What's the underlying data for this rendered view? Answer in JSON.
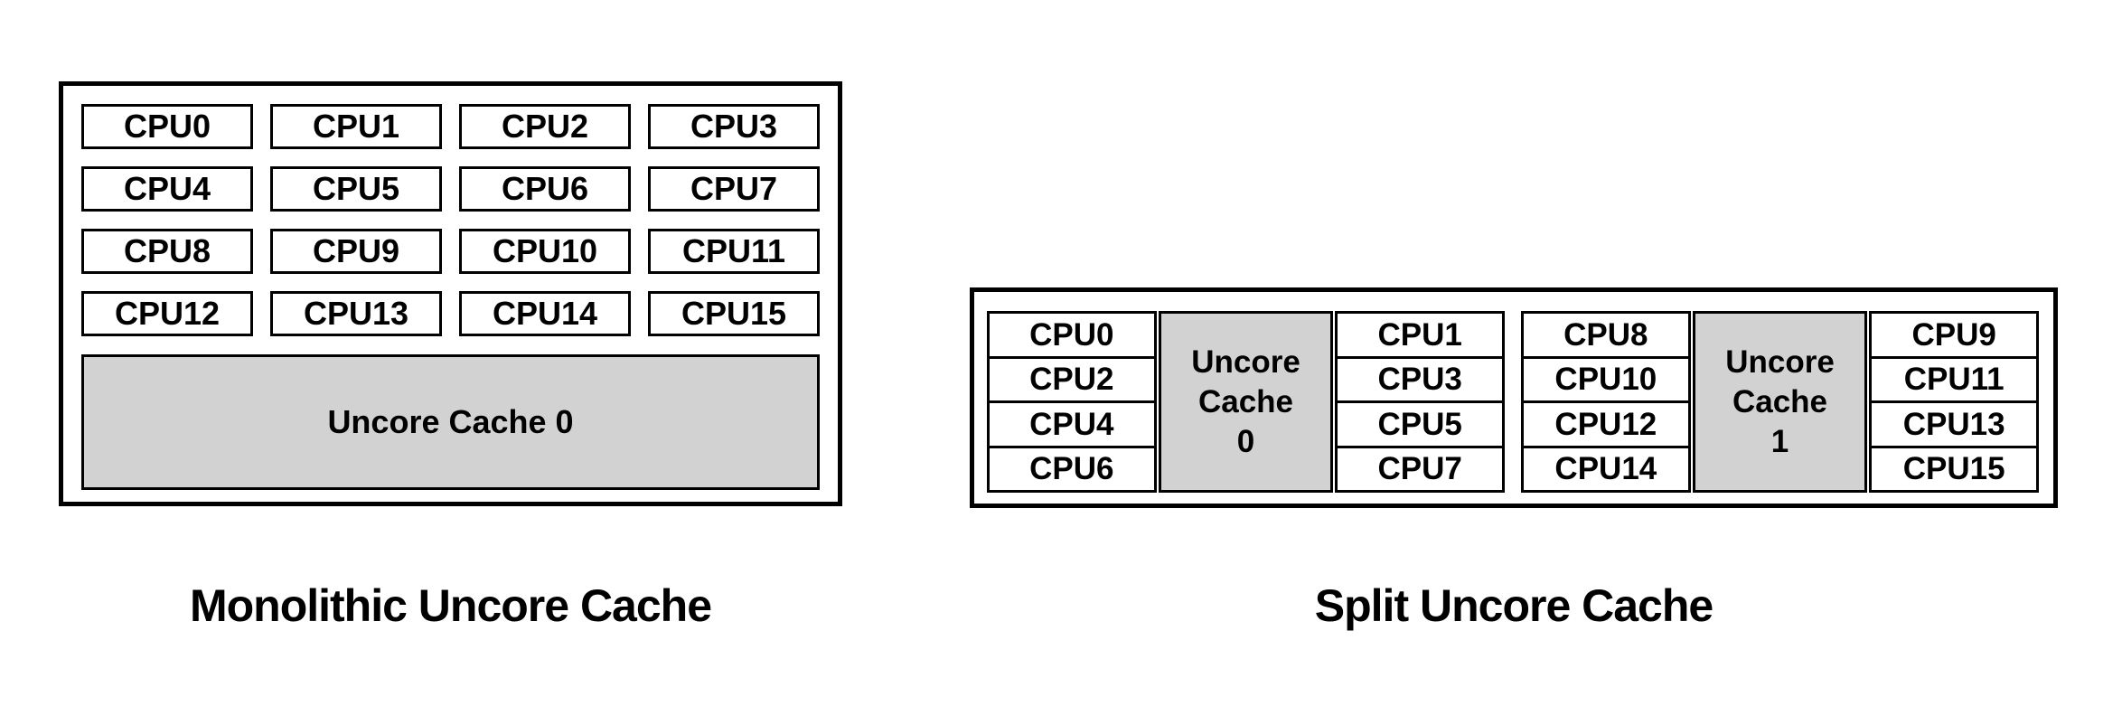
{
  "colors": {
    "background": "#ffffff",
    "border": "#000000",
    "cache_fill": "#d2d2d2",
    "text": "#000000"
  },
  "monolithic": {
    "caption": "Monolithic Uncore Cache",
    "cpus": [
      "CPU0",
      "CPU1",
      "CPU2",
      "CPU3",
      "CPU4",
      "CPU5",
      "CPU6",
      "CPU7",
      "CPU8",
      "CPU9",
      "CPU10",
      "CPU11",
      "CPU12",
      "CPU13",
      "CPU14",
      "CPU15"
    ],
    "cache_label": "Uncore Cache 0"
  },
  "split": {
    "caption": "Split Uncore Cache",
    "clusters": [
      {
        "left_cpus": [
          "CPU0",
          "CPU2",
          "CPU4",
          "CPU6"
        ],
        "cache_label": "Uncore Cache 0",
        "cache_lines": [
          "Uncore",
          "Cache",
          "0"
        ],
        "right_cpus": [
          "CPU1",
          "CPU3",
          "CPU5",
          "CPU7"
        ]
      },
      {
        "left_cpus": [
          "CPU8",
          "CPU10",
          "CPU12",
          "CPU14"
        ],
        "cache_label": "Uncore Cache 1",
        "cache_lines": [
          "Uncore",
          "Cache",
          "1"
        ],
        "right_cpus": [
          "CPU9",
          "CPU11",
          "CPU13",
          "CPU15"
        ]
      }
    ]
  }
}
